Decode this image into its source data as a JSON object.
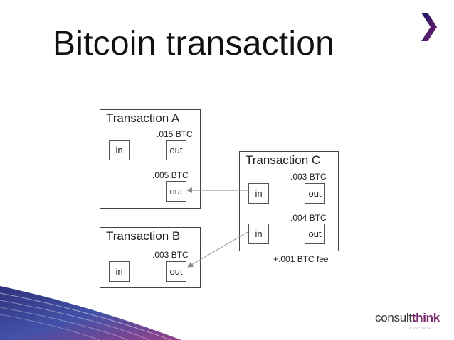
{
  "slide": {
    "title": "Bitcoin transaction"
  },
  "branding": {
    "logo_part_a": "consult",
    "logo_part_b": "think",
    "logo_sub": "IT SECURITY"
  },
  "diagram": {
    "transactions": [
      {
        "id": "A",
        "title": "Transaction A",
        "inputs": [
          "in"
        ],
        "outputs": [
          {
            "amount": ".015 BTC",
            "label": "out"
          },
          {
            "amount": ".005 BTC",
            "label": "out"
          }
        ]
      },
      {
        "id": "B",
        "title": "Transaction B",
        "inputs": [
          "in"
        ],
        "outputs": [
          {
            "amount": ".003 BTC",
            "label": "out"
          }
        ]
      },
      {
        "id": "C",
        "title": "Transaction C",
        "inputs": [
          "in",
          "in"
        ],
        "outputs": [
          {
            "amount": ".003 BTC",
            "label": "out"
          },
          {
            "amount": ".004 BTC",
            "label": "out"
          }
        ]
      }
    ],
    "links": [
      {
        "from": "C.in1",
        "to": "A.out2"
      },
      {
        "from": "C.in2",
        "to": "B.out1"
      }
    ],
    "fee_label": "+.001 BTC fee"
  },
  "colors": {
    "accent": "#7a2a6c",
    "border": "#444444",
    "arrow": "#8a8a8a"
  }
}
